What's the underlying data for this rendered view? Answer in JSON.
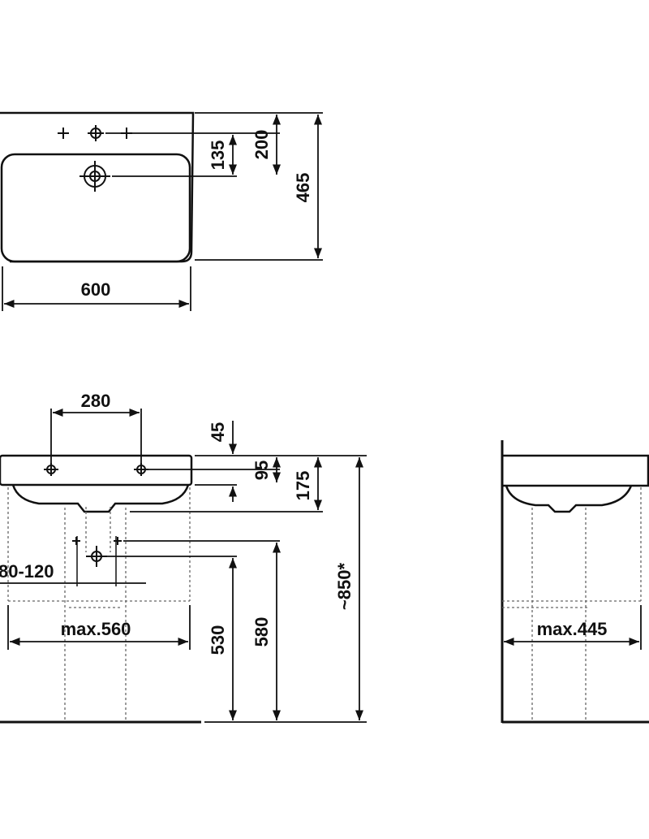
{
  "colors": {
    "line": "#111111",
    "hidden_line": "#666666",
    "background": "#ffffff"
  },
  "top_view": {
    "width_label": "600",
    "tap_offset_label": "135",
    "tap_row_label": "200",
    "depth_label": "465"
  },
  "front_view": {
    "tap_spacing_label": "280",
    "rim_offset_label": "45",
    "tap_height_label": "95",
    "rim_depth_label": "175",
    "waste_range_label": "80-120",
    "max_width_label": "max.560",
    "waste_height_label": "530",
    "supply_height_label": "580",
    "rim_height_label": "~850*"
  },
  "side_view": {
    "max_depth_label": "max.445"
  }
}
